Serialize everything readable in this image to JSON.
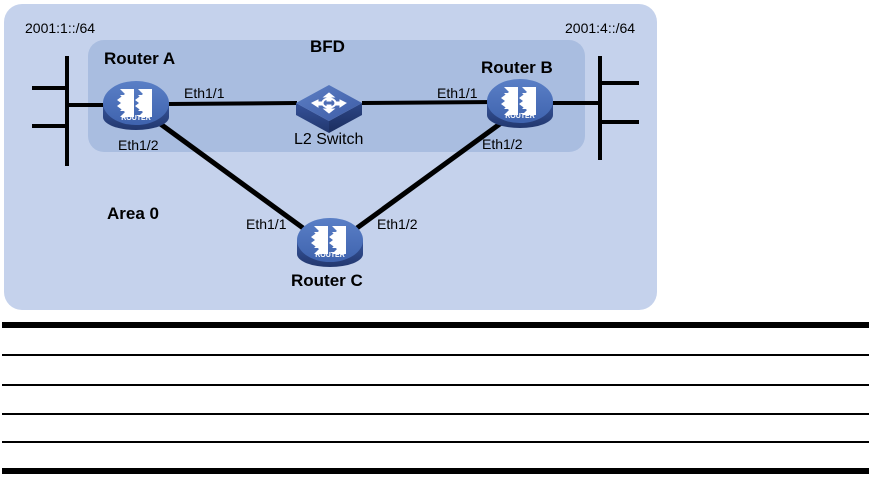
{
  "diagram": {
    "title_area": "Area 0",
    "inner_region_label": "BFD",
    "networks": {
      "left": "2001:1::/64",
      "right": "2001:4::/64"
    },
    "devices": [
      {
        "id": "router-a",
        "label": "Router A",
        "type": "router",
        "badge": "ROUTER"
      },
      {
        "id": "l2-switch",
        "label": "L2 Switch",
        "type": "switch"
      },
      {
        "id": "router-b",
        "label": "Router B",
        "type": "router",
        "badge": "ROUTER"
      },
      {
        "id": "router-c",
        "label": "Router C",
        "type": "router",
        "badge": "ROUTER"
      }
    ],
    "interfaces": {
      "router_a_eth1_1": "Eth1/1",
      "router_a_eth1_2": "Eth1/2",
      "router_b_eth1_1": "Eth1/1",
      "router_b_eth1_2": "Eth1/2",
      "router_c_eth1_1": "Eth1/1",
      "router_c_eth1_2": "Eth1/2"
    },
    "colors": {
      "region_outer": "#c5d2ec",
      "region_inner": "#a9bde0",
      "device_blue_light": "#4a6fba",
      "device_blue_dark": "#2e4a8f",
      "link_black": "#000000",
      "icon_white": "#ffffff"
    }
  },
  "table": {
    "rows": [
      {
        "cells": [
          "",
          ""
        ]
      },
      {
        "cells": [
          "",
          ""
        ]
      },
      {
        "cells": [
          "",
          ""
        ]
      },
      {
        "cells": [
          "",
          ""
        ]
      },
      {
        "cells": [
          "",
          ""
        ]
      }
    ]
  }
}
